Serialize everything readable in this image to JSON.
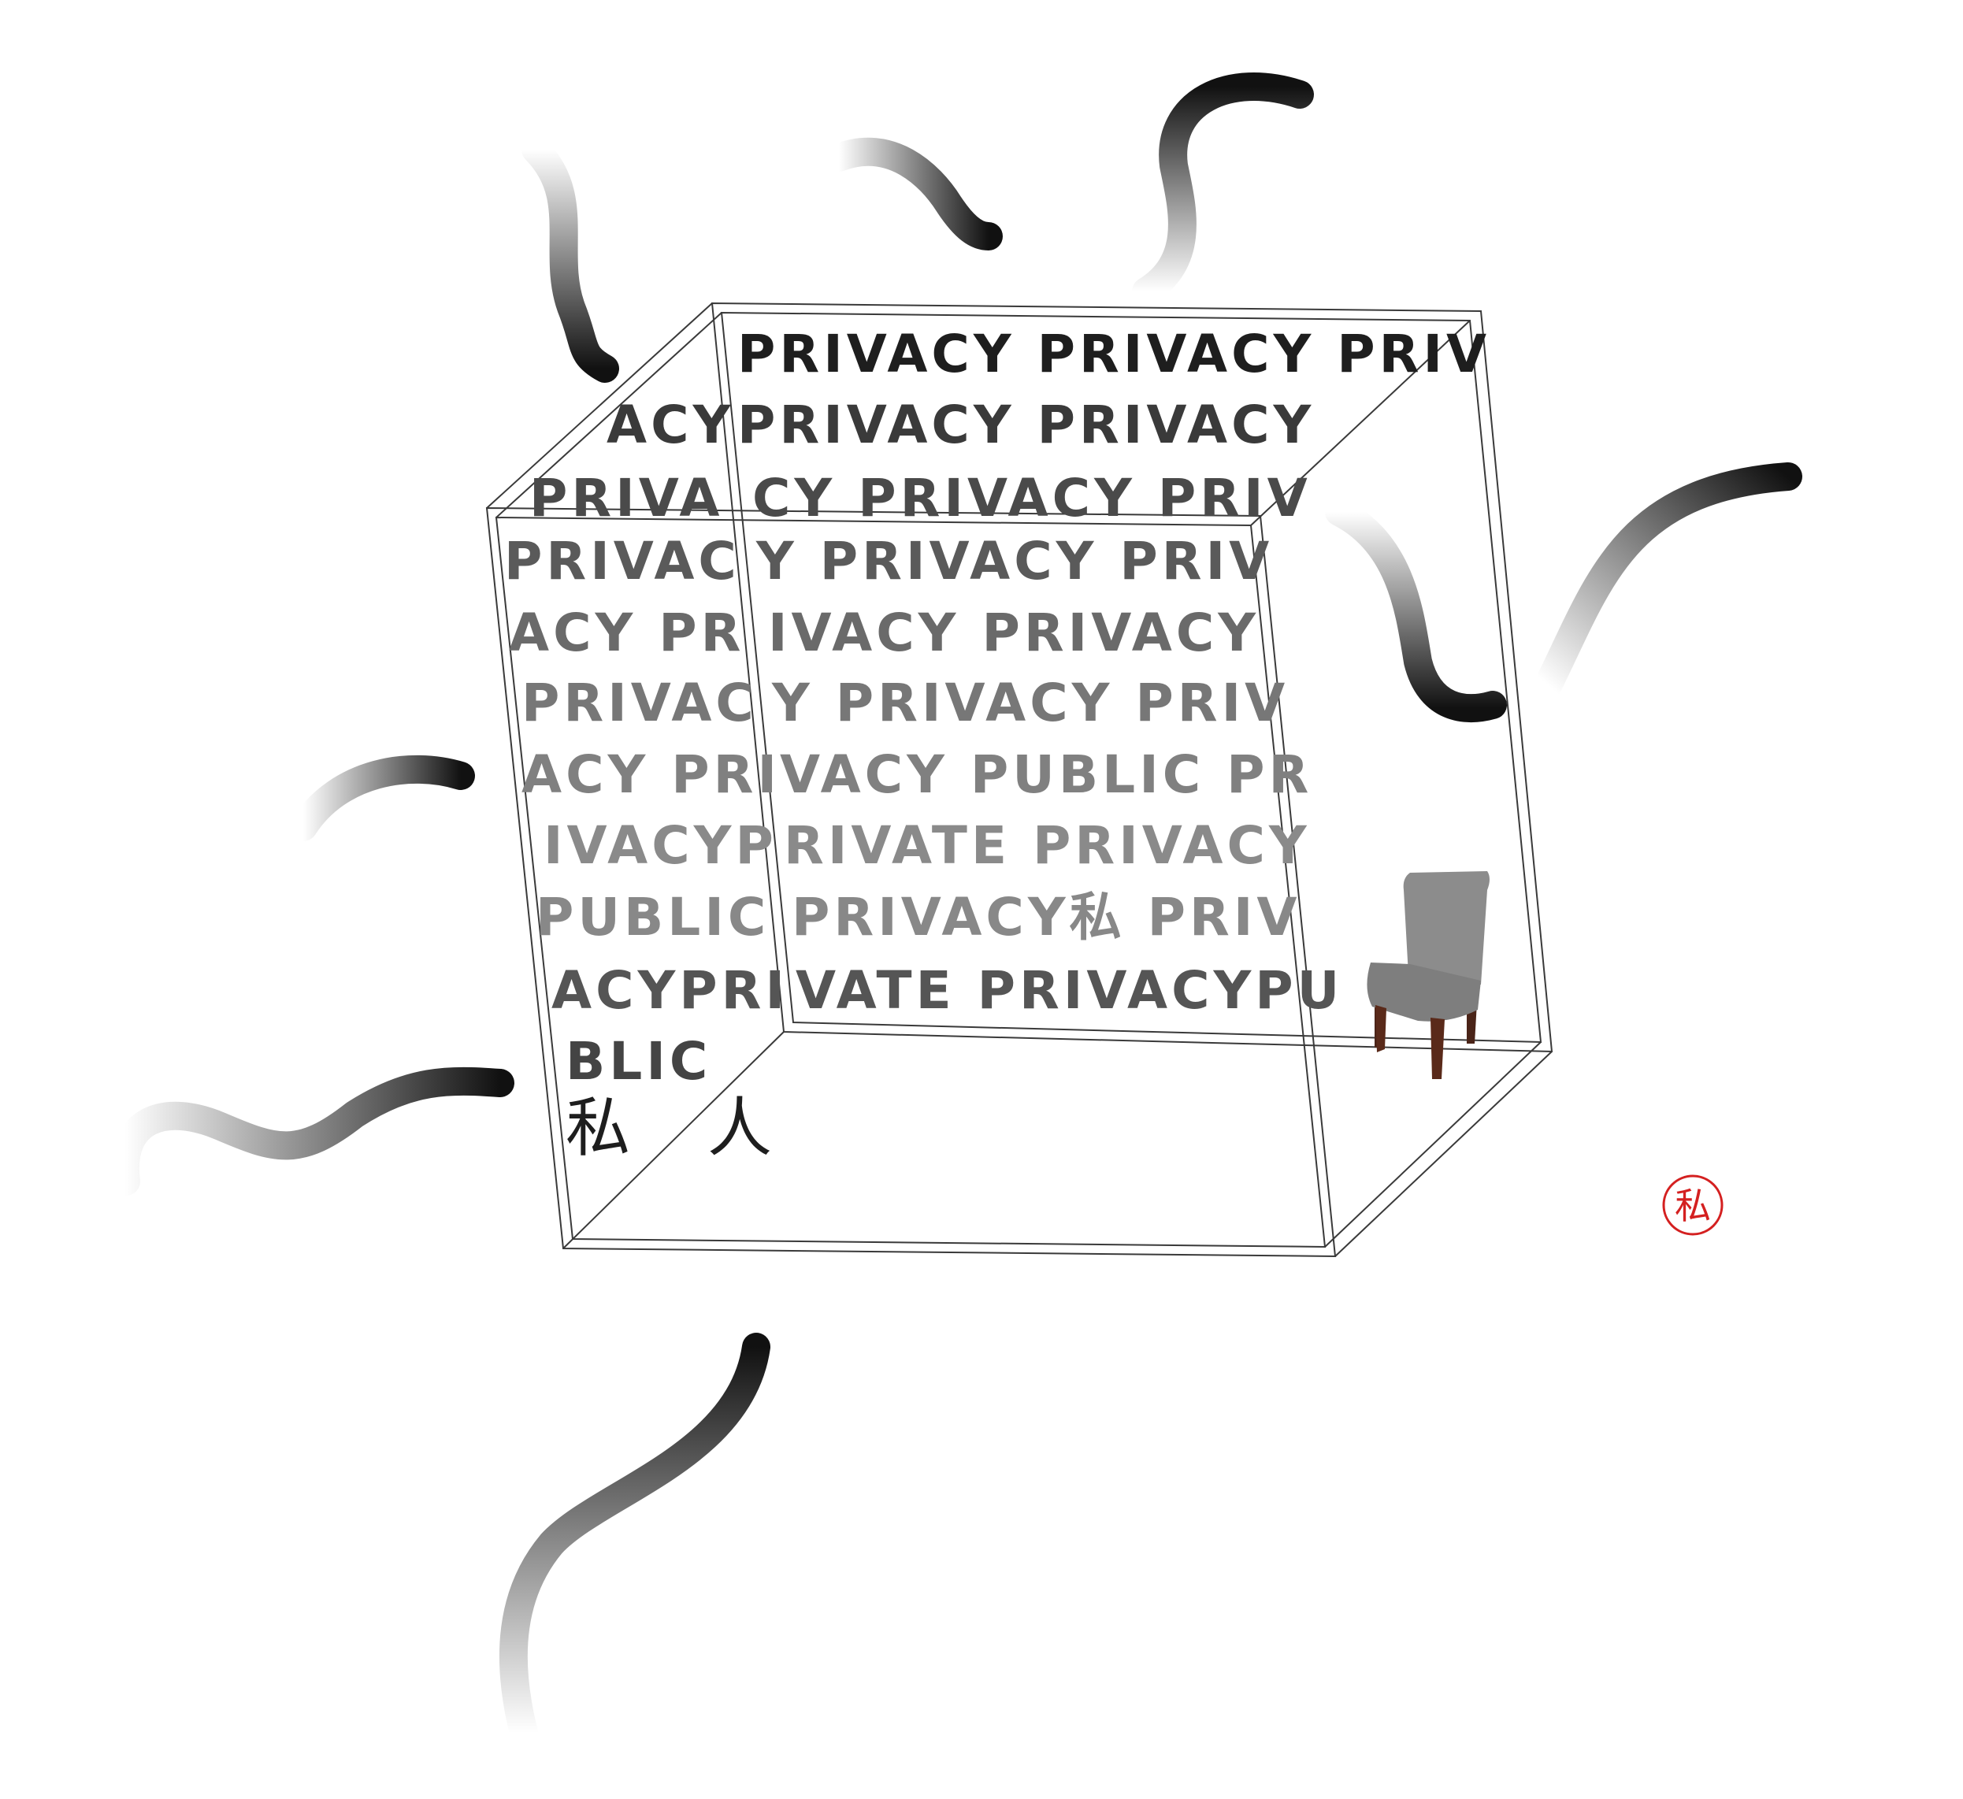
{
  "back_rows": [
    "PRIVACY PRIVACY PRIV",
    "PRIVACY PRIVACY",
    "CY PRIVACY PRIV",
    "Y PRIVACY PRIV",
    "IVACY PRIVACY",
    "Y PRIVACY PRIV",
    "VACY PUBLIC PR",
    "RIVATE PRIVACY",
    "PRIVACY私 PRIV",
    "VATE PRIVACYPU"
  ],
  "left_rows": [
    "ACY",
    "PRIVA",
    "PRIVAC",
    "ACY PR",
    "PRIVAC",
    "ACY PRI",
    "IVACYP",
    "PUBLIC",
    "ACYPRI",
    "BLIC"
  ],
  "floor_chars": [
    "私",
    "人"
  ],
  "seal_char": "私",
  "colors": {
    "background": "#ffffff",
    "box_line": "#3a3a3a",
    "text_dark": "#1e1e1e",
    "text_mid": "#6a6a6a",
    "text_light": "#8a8a8a",
    "seal": "#d42020"
  }
}
